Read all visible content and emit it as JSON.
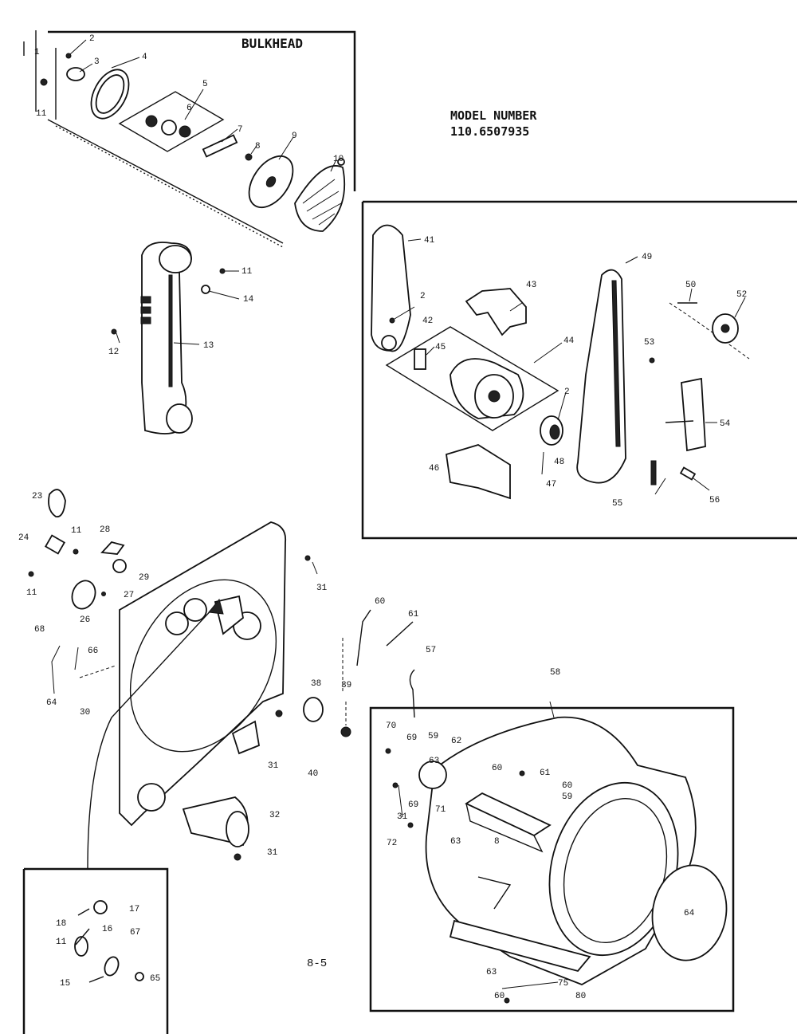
{
  "title": "BULKHEAD",
  "model": {
    "label": "MODEL NUMBER",
    "number": "110.6507935"
  },
  "page_number": "8-5",
  "part_labels": [
    {
      "id": "l1",
      "text": "1"
    },
    {
      "id": "l2",
      "text": "2"
    },
    {
      "id": "l3",
      "text": "3"
    },
    {
      "id": "l4",
      "text": "4"
    },
    {
      "id": "l5",
      "text": "5"
    },
    {
      "id": "l6",
      "text": "6"
    },
    {
      "id": "l7",
      "text": "7"
    },
    {
      "id": "l8",
      "text": "8"
    },
    {
      "id": "l9",
      "text": "9"
    },
    {
      "id": "l10",
      "text": "10"
    },
    {
      "id": "l11a",
      "text": "11"
    },
    {
      "id": "l11b",
      "text": "11"
    },
    {
      "id": "l12",
      "text": "12"
    },
    {
      "id": "l13",
      "text": "13"
    },
    {
      "id": "l14",
      "text": "14"
    },
    {
      "id": "l41",
      "text": "41"
    },
    {
      "id": "l2b",
      "text": "2"
    },
    {
      "id": "l42",
      "text": "42"
    },
    {
      "id": "l43",
      "text": "43"
    },
    {
      "id": "l45",
      "text": "45"
    },
    {
      "id": "l44",
      "text": "44"
    },
    {
      "id": "l2c",
      "text": "2"
    },
    {
      "id": "l48",
      "text": "48"
    },
    {
      "id": "l46",
      "text": "46"
    },
    {
      "id": "l47",
      "text": "47"
    },
    {
      "id": "l49",
      "text": "49"
    },
    {
      "id": "l50",
      "text": "50"
    },
    {
      "id": "l52",
      "text": "52"
    },
    {
      "id": "l53",
      "text": "53"
    },
    {
      "id": "l54",
      "text": "54"
    },
    {
      "id": "l55",
      "text": "55"
    },
    {
      "id": "l56",
      "text": "56"
    },
    {
      "id": "l23",
      "text": "23"
    },
    {
      "id": "l24",
      "text": "24"
    },
    {
      "id": "l11c",
      "text": "11"
    },
    {
      "id": "l28",
      "text": "28"
    },
    {
      "id": "l29",
      "text": "29"
    },
    {
      "id": "l11d",
      "text": "11"
    },
    {
      "id": "l26",
      "text": "26"
    },
    {
      "id": "l27",
      "text": "27"
    },
    {
      "id": "l31a",
      "text": "31"
    },
    {
      "id": "l68",
      "text": "68"
    },
    {
      "id": "l66",
      "text": "66"
    },
    {
      "id": "l64",
      "text": "64"
    },
    {
      "id": "l30",
      "text": "30"
    },
    {
      "id": "l60",
      "text": "60"
    },
    {
      "id": "l61",
      "text": "61"
    },
    {
      "id": "l57",
      "text": "57"
    },
    {
      "id": "l38",
      "text": "38"
    },
    {
      "id": "l39",
      "text": "39"
    },
    {
      "id": "l40",
      "text": "40"
    },
    {
      "id": "l31b",
      "text": "31"
    },
    {
      "id": "l32",
      "text": "32"
    },
    {
      "id": "l31c",
      "text": "31"
    },
    {
      "id": "l58",
      "text": "58"
    },
    {
      "id": "l70",
      "text": "70"
    },
    {
      "id": "l69",
      "text": "69"
    },
    {
      "id": "l59",
      "text": "59"
    },
    {
      "id": "l62",
      "text": "62"
    },
    {
      "id": "l63a",
      "text": "63"
    },
    {
      "id": "l60b",
      "text": "60"
    },
    {
      "id": "l61b",
      "text": "61"
    },
    {
      "id": "l60c",
      "text": "60"
    },
    {
      "id": "l59b",
      "text": "59"
    },
    {
      "id": "l69b",
      "text": "69"
    },
    {
      "id": "l71",
      "text": "71"
    },
    {
      "id": "l31d",
      "text": "31"
    },
    {
      "id": "l72",
      "text": "72"
    },
    {
      "id": "l63b",
      "text": "63"
    },
    {
      "id": "l8b",
      "text": "8"
    },
    {
      "id": "l64b",
      "text": "64"
    },
    {
      "id": "l63c",
      "text": "63"
    },
    {
      "id": "l60d",
      "text": "60"
    },
    {
      "id": "l75",
      "text": "75"
    },
    {
      "id": "l80",
      "text": "80"
    },
    {
      "id": "l18",
      "text": "18"
    },
    {
      "id": "l17",
      "text": "17"
    },
    {
      "id": "l16",
      "text": "16"
    },
    {
      "id": "l11e",
      "text": "11"
    },
    {
      "id": "l67",
      "text": "67"
    },
    {
      "id": "l15",
      "text": "15"
    },
    {
      "id": "l65",
      "text": "65"
    },
    {
      "id": "l3b",
      "text": "3"
    }
  ]
}
